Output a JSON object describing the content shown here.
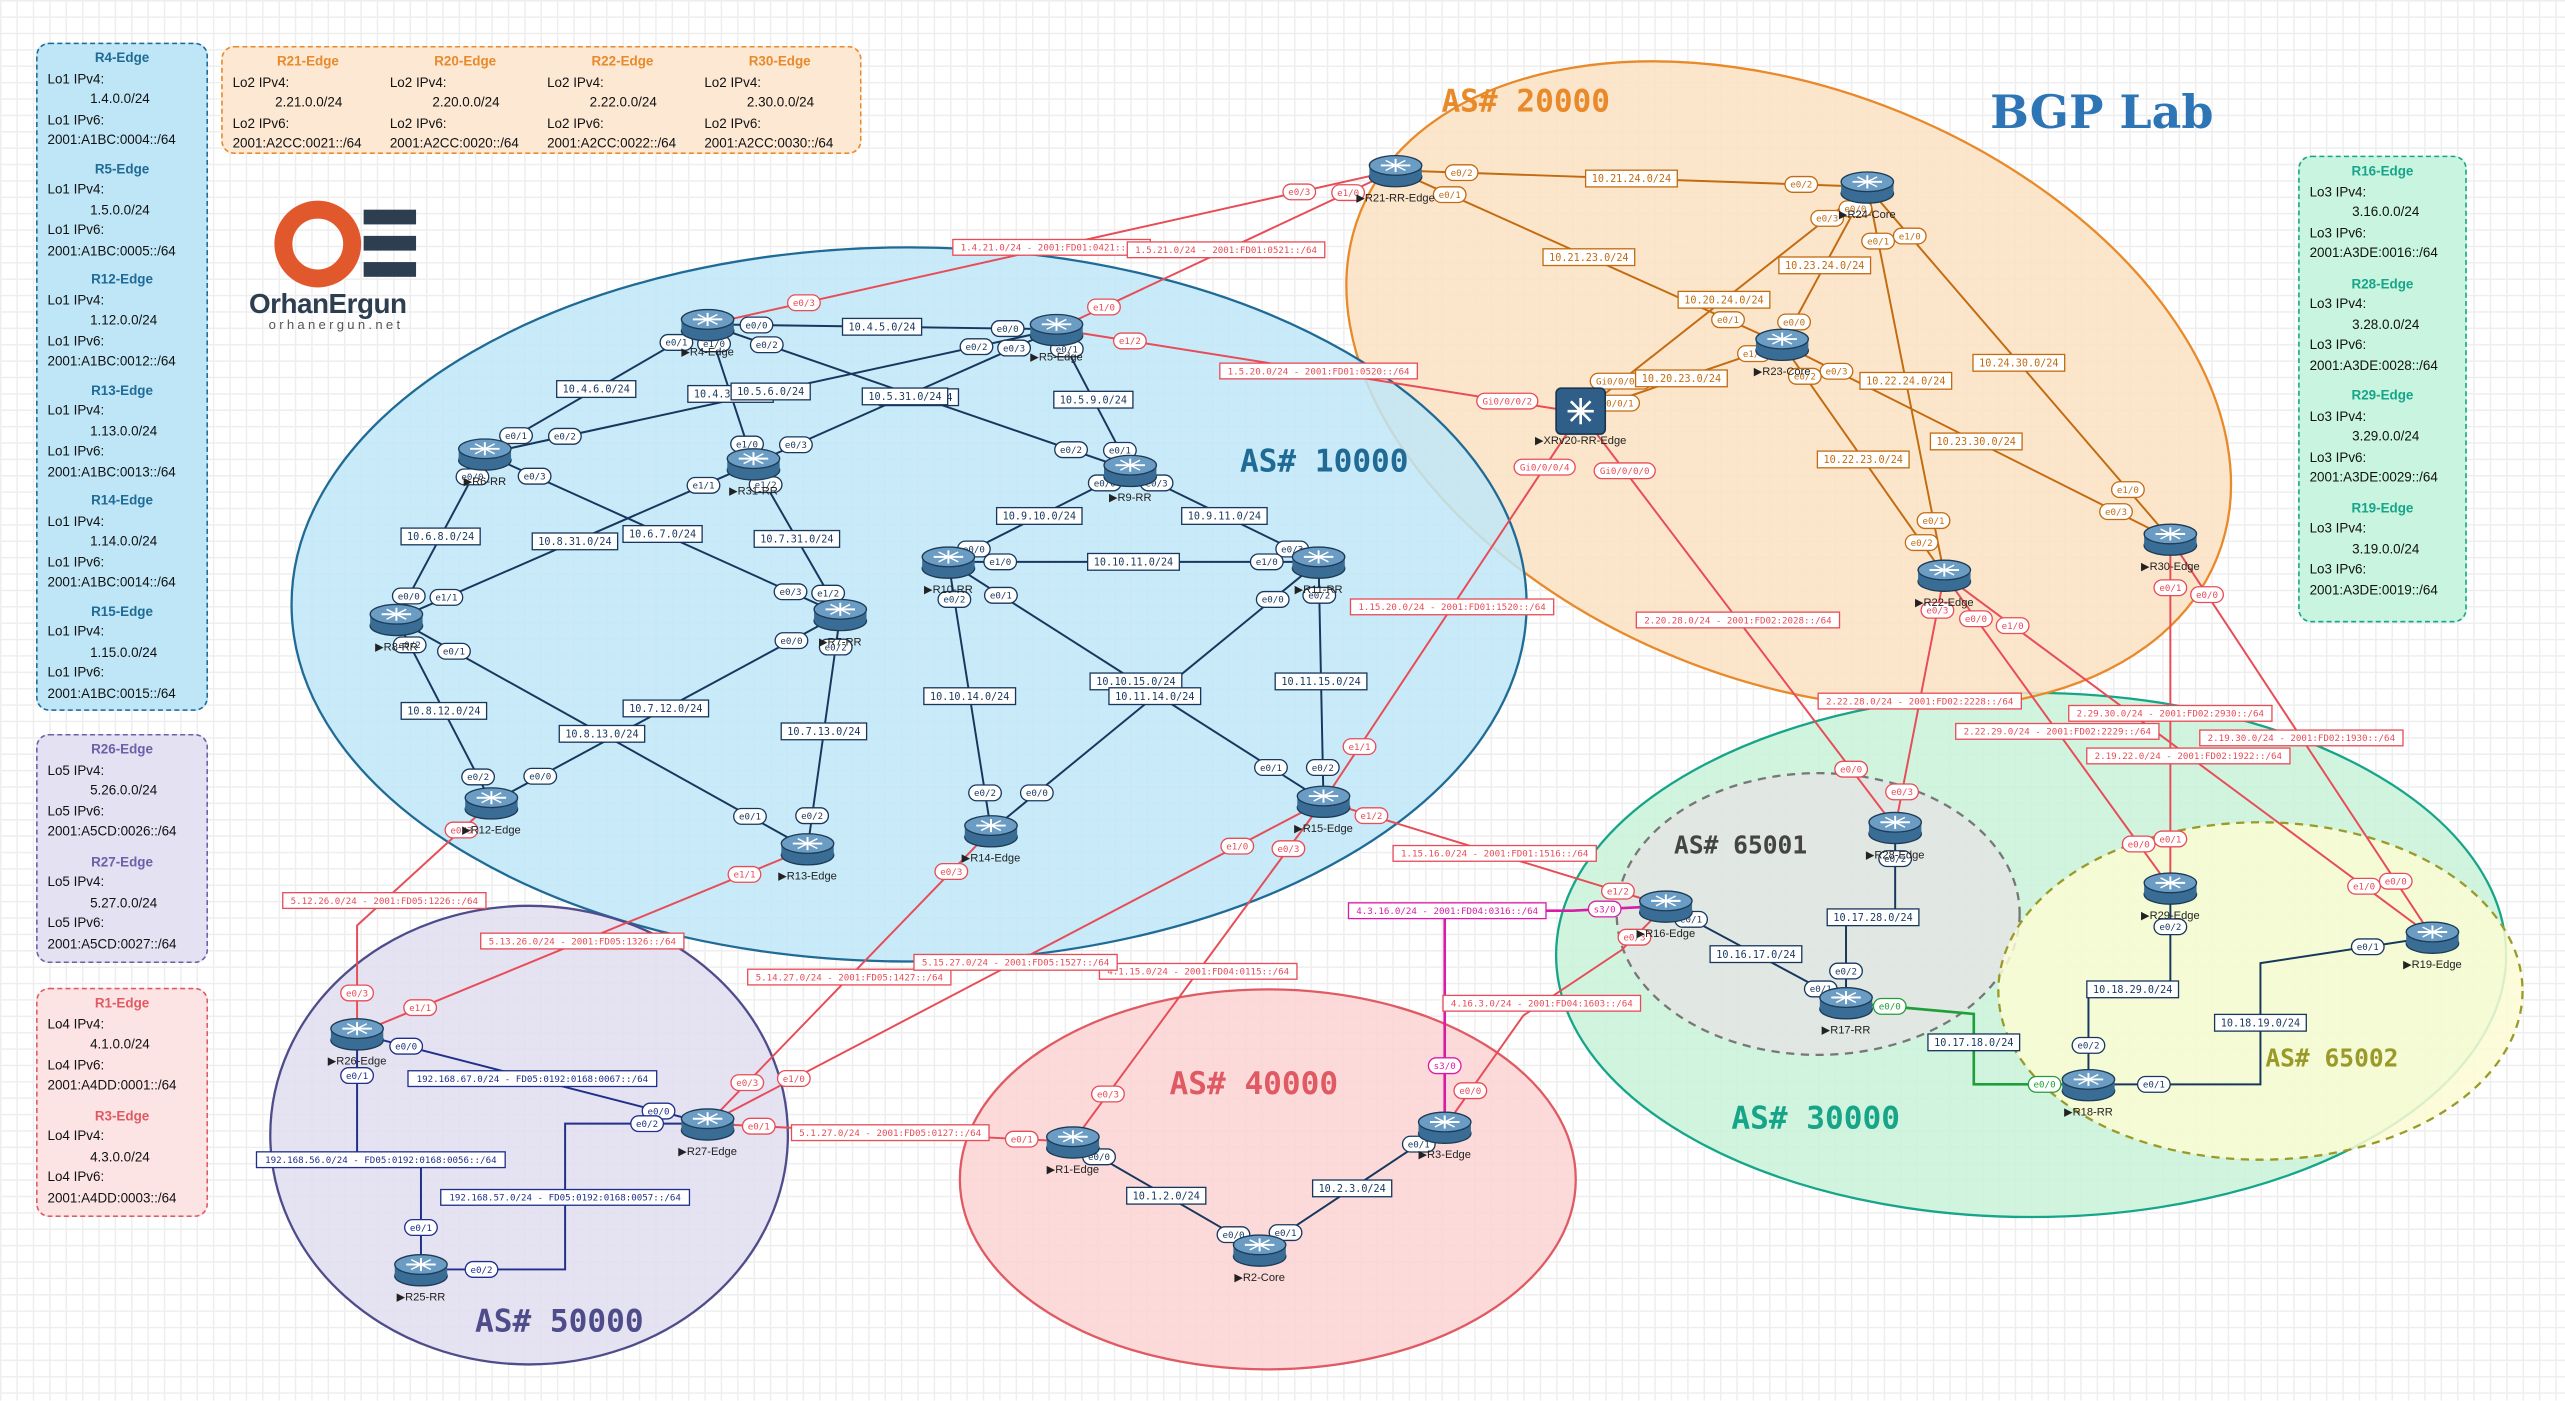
{
  "title": "BGP Lab",
  "logo": {
    "name": "OrhanErgun",
    "site": "orhanergun.net"
  },
  "as_labels": [
    {
      "text": "AS# 20000",
      "color": "#e8892a"
    },
    {
      "text": "AS# 10000",
      "color": "#1f6b96"
    },
    {
      "text": "AS# 30000",
      "color": "#17a589"
    },
    {
      "text": "AS# 65001",
      "color": "#444444"
    },
    {
      "text": "AS# 65002",
      "color": "#9a9a2a"
    },
    {
      "text": "AS# 40000",
      "color": "#e05a63"
    },
    {
      "text": "AS# 50000",
      "color": "#4e4c8a"
    }
  ],
  "info_boxes": {
    "left_blue": [
      {
        "title": "R4-Edge",
        "a": "Lo1 IPv4:",
        "b": "1.4.0.0/24",
        "c": "Lo1 IPv6:",
        "d": "2001:A1BC:0004::/64"
      },
      {
        "title": "R5-Edge",
        "a": "Lo1 IPv4:",
        "b": "1.5.0.0/24",
        "c": "Lo1 IPv6:",
        "d": "2001:A1BC:0005::/64"
      },
      {
        "title": "R12-Edge",
        "a": "Lo1 IPv4:",
        "b": "1.12.0.0/24",
        "c": "Lo1 IPv6:",
        "d": "2001:A1BC:0012::/64"
      },
      {
        "title": "R13-Edge",
        "a": "Lo1 IPv4:",
        "b": "1.13.0.0/24",
        "c": "Lo1 IPv6:",
        "d": "2001:A1BC:0013::/64"
      },
      {
        "title": "R14-Edge",
        "a": "Lo1 IPv4:",
        "b": "1.14.0.0/24",
        "c": "Lo1 IPv6:",
        "d": "2001:A1BC:0014::/64"
      },
      {
        "title": "R15-Edge",
        "a": "Lo1 IPv4:",
        "b": "1.15.0.0/24",
        "c": "Lo1 IPv6:",
        "d": "2001:A1BC:0015::/64"
      }
    ],
    "left_purple": [
      {
        "title": "R26-Edge",
        "a": "Lo5 IPv4:",
        "b": "5.26.0.0/24",
        "c": "Lo5 IPv6:",
        "d": "2001:A5CD:0026::/64"
      },
      {
        "title": "R27-Edge",
        "a": "Lo5 IPv4:",
        "b": "5.27.0.0/24",
        "c": "Lo5 IPv6:",
        "d": "2001:A5CD:0027::/64"
      }
    ],
    "left_red": [
      {
        "title": "R1-Edge",
        "a": "Lo4 IPv4:",
        "b": "4.1.0.0/24",
        "c": "Lo4 IPv6:",
        "d": "2001:A4DD:0001::/64"
      },
      {
        "title": "R3-Edge",
        "a": "Lo4 IPv4:",
        "b": "4.3.0.0/24",
        "c": "Lo4 IPv6:",
        "d": "2001:A4DD:0003::/64"
      }
    ],
    "top_orange": [
      {
        "title": "R21-Edge",
        "a": "Lo2 IPv4:",
        "b": "2.21.0.0/24",
        "c": "Lo2 IPv6:",
        "d": "2001:A2CC:0021::/64"
      },
      {
        "title": "R20-Edge",
        "a": "Lo2 IPv4:",
        "b": "2.20.0.0/24",
        "c": "Lo2 IPv6:",
        "d": "2001:A2CC:0020::/64"
      },
      {
        "title": "R22-Edge",
        "a": "Lo2 IPv4:",
        "b": "2.22.0.0/24",
        "c": "Lo2 IPv6:",
        "d": "2001:A2CC:0022::/64"
      },
      {
        "title": "R30-Edge",
        "a": "Lo2 IPv4:",
        "b": "2.30.0.0/24",
        "c": "Lo2 IPv6:",
        "d": "2001:A2CC:0030::/64"
      }
    ],
    "right_green": [
      {
        "title": "R16-Edge",
        "a": "Lo3 IPv4:",
        "b": "3.16.0.0/24",
        "c": "Lo3 IPv6:",
        "d": "2001:A3DE:0016::/64"
      },
      {
        "title": "R28-Edge",
        "a": "Lo3 IPv4:",
        "b": "3.28.0.0/24",
        "c": "Lo3 IPv6:",
        "d": "2001:A3DE:0028::/64"
      },
      {
        "title": "R29-Edge",
        "a": "Lo3 IPv4:",
        "b": "3.29.0.0/24",
        "c": "Lo3 IPv6:",
        "d": "2001:A3DE:0029::/64"
      },
      {
        "title": "R19-Edge",
        "a": "Lo3 IPv4:",
        "b": "3.19.0.0/24",
        "c": "Lo3 IPv6:",
        "d": "2001:A3DE:0019::/64"
      }
    ]
  },
  "routers": [
    {
      "id": "R4",
      "label": "R4-Edge"
    },
    {
      "id": "R5",
      "label": "R5-Edge"
    },
    {
      "id": "R6",
      "label": "R6-RR"
    },
    {
      "id": "R31",
      "label": "R31-RR"
    },
    {
      "id": "R9",
      "label": "R9-RR"
    },
    {
      "id": "R7",
      "label": "R7-RR"
    },
    {
      "id": "R8",
      "label": "R8-RR"
    },
    {
      "id": "R10",
      "label": "R10-RR"
    },
    {
      "id": "R11",
      "label": "R11-RR"
    },
    {
      "id": "R12",
      "label": "R12-Edge"
    },
    {
      "id": "R13",
      "label": "R13-Edge"
    },
    {
      "id": "R14",
      "label": "R14-Edge"
    },
    {
      "id": "R15",
      "label": "R15-Edge"
    },
    {
      "id": "R21",
      "label": "R21-RR-Edge"
    },
    {
      "id": "R24",
      "label": "R24-Core"
    },
    {
      "id": "R23",
      "label": "R23-Core"
    },
    {
      "id": "R20",
      "label": "XRv20-RR-Edge"
    },
    {
      "id": "R22",
      "label": "R22-Edge"
    },
    {
      "id": "R30",
      "label": "R30-Edge"
    },
    {
      "id": "R28",
      "label": "R28-Edge"
    },
    {
      "id": "R16",
      "label": "R16-Edge"
    },
    {
      "id": "R17",
      "label": "R17-RR"
    },
    {
      "id": "R29",
      "label": "R29-Edge"
    },
    {
      "id": "R19",
      "label": "R19-Edge"
    },
    {
      "id": "R18",
      "label": "R18-RR"
    },
    {
      "id": "R26",
      "label": "R26-Edge"
    },
    {
      "id": "R27",
      "label": "R27-Edge"
    },
    {
      "id": "R25",
      "label": "R25-RR"
    },
    {
      "id": "R1",
      "label": "R1-Edge"
    },
    {
      "id": "R2",
      "label": "R2-Core"
    },
    {
      "id": "R3",
      "label": "R3-Edge"
    }
  ],
  "links": [
    {
      "a": "R4",
      "b": "R5",
      "net": "10.4.5.0/24",
      "ia": "e0/0",
      "ib": "e0/0",
      "c": "#17375e"
    },
    {
      "a": "R4",
      "b": "R6",
      "net": "10.4.6.0/24",
      "ia": "e0/1",
      "ib": "e0/1",
      "c": "#17375e"
    },
    {
      "a": "R4",
      "b": "R31",
      "net": "10.4.31.0/24",
      "ia": "e1/0",
      "ib": "e1/0",
      "c": "#17375e"
    },
    {
      "a": "R4",
      "b": "R9",
      "net": "10.4.9.0/24",
      "ia": "e0/2",
      "ib": "e0/2",
      "c": "#17375e"
    },
    {
      "a": "R5",
      "b": "R6",
      "net": "10.5.6.0/24",
      "ia": "e0/2",
      "ib": "e0/2",
      "c": "#17375e"
    },
    {
      "a": "R5",
      "b": "R31",
      "net": "10.5.31.0/24",
      "ia": "e0/3",
      "ib": "e0/3",
      "c": "#17375e"
    },
    {
      "a": "R5",
      "b": "R9",
      "net": "10.5.9.0/24",
      "ia": "e0/1",
      "ib": "e0/1",
      "c": "#17375e"
    },
    {
      "a": "R6",
      "b": "R8",
      "net": "10.6.8.0/24",
      "ia": "e0/0",
      "ib": "e0/0",
      "c": "#17375e"
    },
    {
      "a": "R6",
      "b": "R7",
      "net": "10.6.7.0/24",
      "ia": "e0/3",
      "ib": "e0/3",
      "c": "#17375e"
    },
    {
      "a": "R31",
      "b": "R8",
      "net": "10.8.31.0/24",
      "ia": "e1/1",
      "ib": "e1/1",
      "c": "#17375e"
    },
    {
      "a": "R31",
      "b": "R7",
      "net": "10.7.31.0/24",
      "ia": "e1/2",
      "ib": "e1/2",
      "c": "#17375e"
    },
    {
      "a": "R9",
      "b": "R10",
      "net": "10.9.10.0/24",
      "ia": "e0/0",
      "ib": "e0/0",
      "c": "#17375e"
    },
    {
      "a": "R9",
      "b": "R11",
      "net": "10.9.11.0/24",
      "ia": "e0/3",
      "ib": "e0/3",
      "c": "#17375e"
    },
    {
      "a": "R10",
      "b": "R11",
      "net": "10.10.11.0/24",
      "ia": "e1/0",
      "ib": "e1/0",
      "c": "#17375e"
    },
    {
      "a": "R10",
      "b": "R14",
      "net": "10.10.14.0/24",
      "ia": "e0/2",
      "ib": "e0/2",
      "c": "#17375e"
    },
    {
      "a": "R10",
      "b": "R15",
      "net": "10.10.15.0/24",
      "ia": "e0/1",
      "ib": "e0/1",
      "c": "#17375e"
    },
    {
      "a": "R11",
      "b": "R14",
      "net": "10.11.14.0/24",
      "ia": "e0/0",
      "ib": "e0/0",
      "c": "#17375e"
    },
    {
      "a": "R11",
      "b": "R15",
      "net": "10.11.15.0/24",
      "ia": "e0/2",
      "ib": "e0/2",
      "c": "#17375e"
    },
    {
      "a": "R8",
      "b": "R12",
      "net": "10.8.12.0/24",
      "ia": "e0/2",
      "ib": "e0/2",
      "c": "#17375e"
    },
    {
      "a": "R8",
      "b": "R13",
      "net": "10.8.13.0/24",
      "ia": "e0/1",
      "ib": "e0/1",
      "c": "#17375e"
    },
    {
      "a": "R7",
      "b": "R12",
      "net": "10.7.12.0/24",
      "ia": "e0/0",
      "ib": "e0/0",
      "c": "#17375e"
    },
    {
      "a": "R7",
      "b": "R13",
      "net": "10.7.13.0/24",
      "ia": "e0/2",
      "ib": "e0/2",
      "c": "#17375e"
    },
    {
      "a": "R21",
      "b": "R24",
      "net": "10.21.24.0/24",
      "ia": "e0/2",
      "ib": "e0/2",
      "c": "#c36b10"
    },
    {
      "a": "R21",
      "b": "R23",
      "net": "10.21.23.0/24",
      "ia": "e0/1",
      "ib": "e0/1",
      "c": "#c36b10"
    },
    {
      "a": "R24",
      "b": "R23",
      "net": "10.23.24.0/24",
      "ia": "e0/0",
      "ib": "e0/0",
      "c": "#c36b10"
    },
    {
      "a": "R24",
      "b": "R20",
      "net": "10.20.24.0/24",
      "ia": "e0/3",
      "ib": "Gi0/0/0/3",
      "c": "#c36b10"
    },
    {
      "a": "R23",
      "b": "R20",
      "net": "10.20.23.0/24",
      "ia": "e1/0",
      "ib": "Gi0/0/0/1",
      "c": "#c36b10"
    },
    {
      "a": "R24",
      "b": "R22",
      "net": "10.22.24.0/24",
      "ia": "e0/1",
      "ib": "e0/1",
      "c": "#c36b10"
    },
    {
      "a": "R23",
      "b": "R22",
      "net": "10.22.23.0/24",
      "ia": "e0/2",
      "ib": "e0/2",
      "c": "#c36b10"
    },
    {
      "a": "R24",
      "b": "R30",
      "net": "10.24.30.0/24",
      "ia": "e1/0",
      "ib": "e1/0",
      "c": "#c36b10"
    },
    {
      "a": "R23",
      "b": "R30",
      "net": "10.23.30.0/24",
      "ia": "e0/3",
      "ib": "e0/3",
      "c": "#c36b10"
    },
    {
      "a": "R16",
      "b": "R17",
      "net": "10.16.17.0/24",
      "ia": "e0/1",
      "ib": "e0/1",
      "c": "#17375e"
    },
    {
      "a": "R28",
      "b": "R17",
      "net": "10.17.28.0/24",
      "ia": "e0/2",
      "ib": "e0/2",
      "c": "#17375e"
    },
    {
      "a": "R29",
      "b": "R18",
      "net": "10.18.29.0/24",
      "ia": "e0/2",
      "ib": "e0/2",
      "c": "#17375e"
    },
    {
      "a": "R19",
      "b": "R18",
      "net": "10.18.19.0/24",
      "ia": "e0/1",
      "ib": "e0/1",
      "c": "#17375e"
    },
    {
      "a": "R17",
      "b": "R18",
      "net": "10.17.18.0/24",
      "ia": "e0/0",
      "ib": "e0/0",
      "c": "#1f9f3a"
    },
    {
      "a": "R1",
      "b": "R2",
      "net": "10.1.2.0/24",
      "ia": "e0/0",
      "ib": "e0/0",
      "c": "#17375e"
    },
    {
      "a": "R2",
      "b": "R3",
      "net": "10.2.3.0/24",
      "ia": "e0/1",
      "ib": "e0/1",
      "c": "#17375e"
    },
    {
      "a": "R27",
      "b": "R26",
      "net": "192.168.67.0/24 - FD05:0192:0168:0067::/64",
      "ia": "e0/0",
      "ib": "e0/0",
      "c": "#1f2f8a"
    },
    {
      "a": "R26",
      "b": "R25",
      "net": "192.168.56.0/24 - FD05:0192:0168:0056::/64",
      "ia": "e0/1",
      "ib": "e0/1",
      "c": "#1f2f8a"
    },
    {
      "a": "R27",
      "b": "R25",
      "net": "192.168.57.0/24 - FD05:0192:0168:0057::/64",
      "ia": "e0/2",
      "ib": "e0/2",
      "c": "#1f2f8a"
    },
    {
      "a": "R21",
      "b": "R4",
      "net": "1.4.21.0/24 - 2001:FD01:0421::/64",
      "ia": "e0/3",
      "ib": "e0/3",
      "c": "#e74c57"
    },
    {
      "a": "R21",
      "b": "R5",
      "net": "1.5.21.0/24 - 2001:FD01:0521::/64",
      "ia": "e1/0",
      "ib": "e1/0",
      "c": "#e74c57"
    },
    {
      "a": "R5",
      "b": "R20",
      "net": "1.5.20.0/24 - 2001:FD01:0520::/64",
      "ia": "e1/2",
      "ib": "Gi0/0/0/2",
      "c": "#e74c57"
    },
    {
      "a": "R15",
      "b": "R20",
      "net": "1.15.20.0/24 - 2001:FD01:1520::/64",
      "ia": "e1/1",
      "ib": "Gi0/0/0/4",
      "c": "#e74c57"
    },
    {
      "a": "R20",
      "b": "R28",
      "net": "2.20.28.0/24 - 2001:FD02:2028::/64",
      "ia": "Gi0/0/0/0",
      "ib": "e0/0",
      "c": "#e74c57"
    },
    {
      "a": "R22",
      "b": "R28",
      "net": "2.22.28.0/24 - 2001:FD02:2228::/64",
      "ia": "e0/3",
      "ib": "e0/3",
      "c": "#e74c57"
    },
    {
      "a": "R22",
      "b": "R29",
      "net": "2.22.29.0/24 - 2001:FD02:2229::/64",
      "ia": "e0/0",
      "ib": "e0/0",
      "c": "#e74c57"
    },
    {
      "a": "R22",
      "b": "R19",
      "net": "2.19.22.0/24 - 2001:FD02:1922::/64",
      "ia": "e1/0",
      "ib": "e1/0",
      "c": "#e74c57"
    },
    {
      "a": "R30",
      "b": "R29",
      "net": "2.29.30.0/24 - 2001:FD02:2930::/64",
      "ia": "e0/1",
      "ib": "e0/1",
      "c": "#e74c57"
    },
    {
      "a": "R30",
      "b": "R19",
      "net": "2.19.30.0/24 - 2001:FD02:1930::/64",
      "ia": "e0/0",
      "ib": "e0/0",
      "c": "#e74c57"
    },
    {
      "a": "R15",
      "b": "R16",
      "net": "1.15.16.0/24 - 2001:FD01:1516::/64",
      "ia": "e1/2",
      "ib": "e1/2",
      "c": "#e74c57"
    },
    {
      "a": "R3",
      "b": "R16",
      "net": "4.3.16.0/24 - 2001:FD04:0316::/64",
      "ia": "s3/0",
      "ib": "s3/0",
      "c": "#d91ca6"
    },
    {
      "a": "R3",
      "b": "R16",
      "net": "4.16.3.0/24 - 2001:FD04:1603::/64",
      "ia": "e0/0",
      "ib": "e0/3",
      "c": "#e74c57"
    },
    {
      "a": "R15",
      "b": "R1",
      "net": "4.1.15.0/24 - 2001:FD04:0115::/64",
      "ia": "e0/3",
      "ib": "e0/3",
      "c": "#e74c57"
    },
    {
      "a": "R12",
      "b": "R26",
      "net": "5.12.26.0/24 - 2001:FD05:1226::/64",
      "ia": "e0/3",
      "ib": "e0/3",
      "c": "#e74c57"
    },
    {
      "a": "R13",
      "b": "R26",
      "net": "5.13.26.0/24 - 2001:FD05:1326::/64",
      "ia": "e1/1",
      "ib": "e1/1",
      "c": "#e74c57"
    },
    {
      "a": "R14",
      "b": "R27",
      "net": "5.14.27.0/24 - 2001:FD05:1427::/64",
      "ia": "e0/3",
      "ib": "e0/3",
      "c": "#e74c57"
    },
    {
      "a": "R15",
      "b": "R27",
      "net": "5.15.27.0/24 - 2001:FD05:1527::/64",
      "ia": "e1/0",
      "ib": "e1/0",
      "c": "#e74c57"
    },
    {
      "a": "R27",
      "b": "R1",
      "net": "5.1.27.0/24 - 2001:FD05:0127::/64",
      "ia": "e0/1",
      "ib": "e0/1",
      "c": "#e74c57"
    }
  ]
}
